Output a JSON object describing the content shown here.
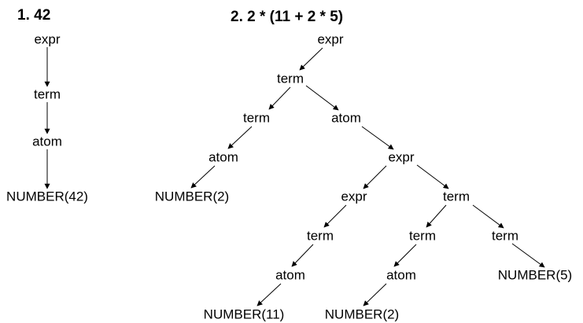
{
  "colors": {
    "ink": "#000000",
    "background": "#ffffff"
  },
  "diagram1": {
    "title": "1. 42",
    "nodes": {
      "expr": "expr",
      "term": "term",
      "atom": "atom",
      "number": "NUMBER(42)"
    }
  },
  "diagram2": {
    "title": "2. 2 * (11 + 2 * 5)",
    "nodes": {
      "expr_root": "expr",
      "term_top": "term",
      "term_left": "term",
      "atom_right": "atom",
      "atom_left": "atom",
      "expr_inner": "expr",
      "number_2a": "NUMBER(2)",
      "expr_sub": "expr",
      "term_sub": "term",
      "term_a": "term",
      "term_b": "term",
      "term_c": "term",
      "atom_a": "atom",
      "atom_b": "atom",
      "number_5": "NUMBER(5)",
      "number_11": "NUMBER(11)",
      "number_2b": "NUMBER(2)"
    }
  }
}
